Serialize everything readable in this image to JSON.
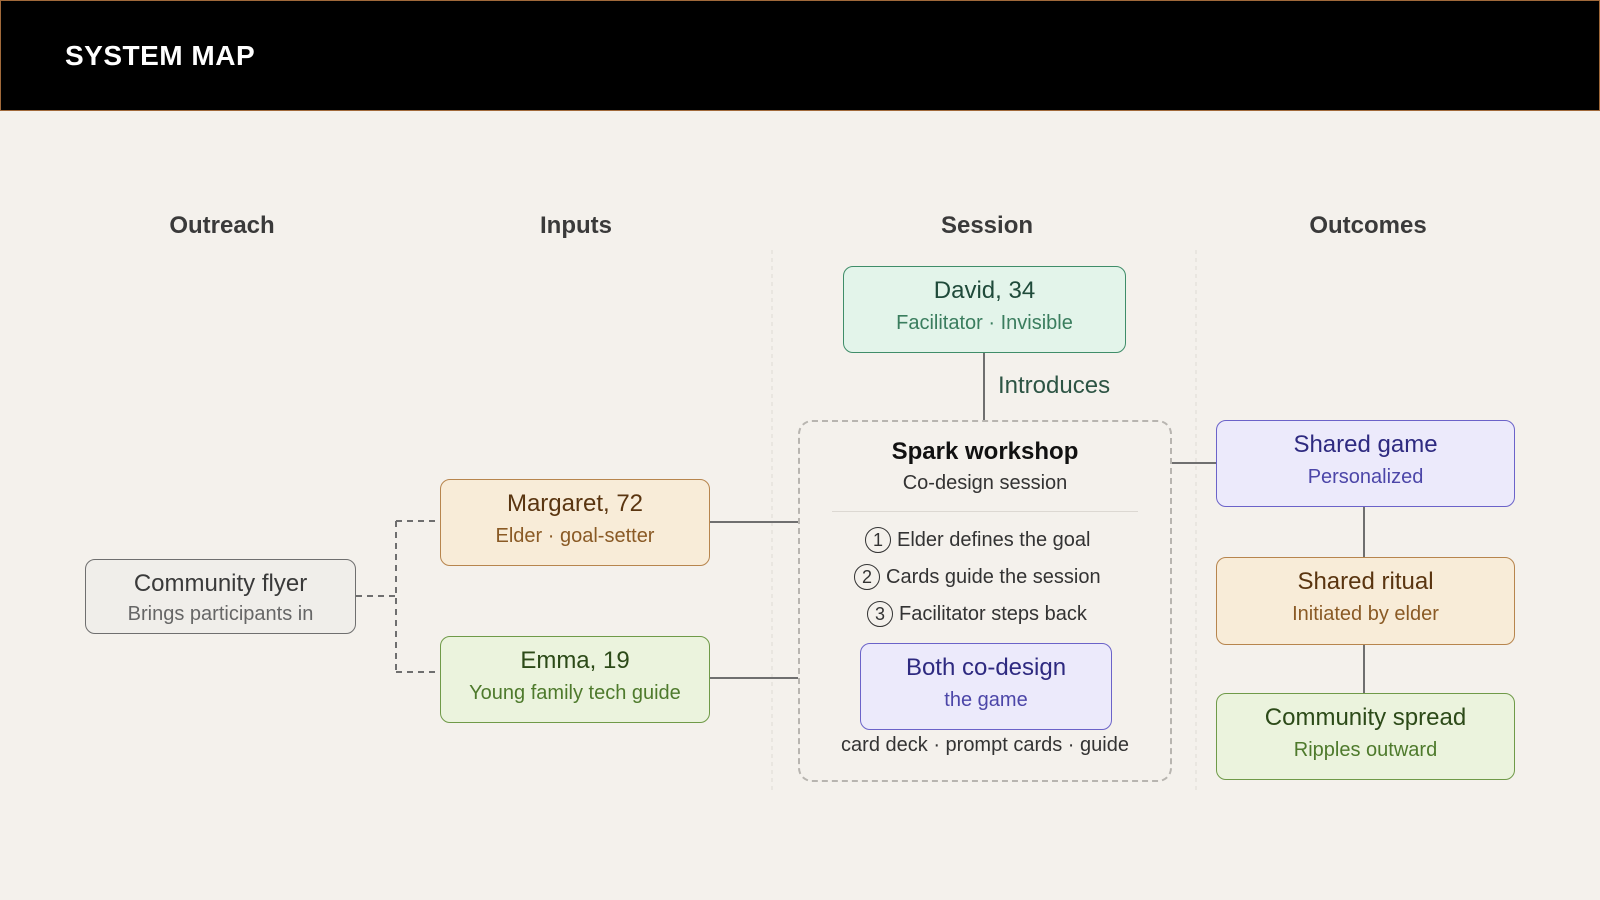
{
  "header": {
    "title": "SYSTEM MAP"
  },
  "columns": [
    "Outreach",
    "Inputs",
    "Session",
    "Outcomes"
  ],
  "nodes": {
    "flyer": {
      "title": "Community flyer",
      "subtitle": "Brings participants in"
    },
    "margaret": {
      "title": "Margaret, 72",
      "subtitle": "Elder · goal-setter"
    },
    "emma": {
      "title": "Emma, 19",
      "subtitle": "Young family tech guide"
    },
    "david": {
      "title": "David, 34",
      "subtitle": "Facilitator · Invisible"
    },
    "codesign": {
      "title": "Both co-design",
      "subtitle": "the game"
    },
    "game": {
      "title": "Shared game",
      "subtitle": "Personalized"
    },
    "ritual": {
      "title": "Shared ritual",
      "subtitle": "Initiated by elder"
    },
    "spread": {
      "title": "Community spread",
      "subtitle": "Ripples outward"
    }
  },
  "session": {
    "title": "Spark workshop",
    "subtitle": "Co-design session",
    "steps": [
      {
        "num": "1",
        "text": "Elder defines the goal"
      },
      {
        "num": "2",
        "text": "Cards guide the session"
      },
      {
        "num": "3",
        "text": "Facilitator steps back"
      }
    ],
    "artifacts": "card deck · prompt cards · guide"
  },
  "edges": {
    "introduces_label": "Introduces"
  },
  "colors": {
    "background": "#f4f1ec",
    "header": "#000000",
    "mint": "#e3f4ea",
    "peach": "#f8ecd8",
    "green": "#ebf3dd",
    "lavender": "#eceafb",
    "gray": "#f0eeea"
  }
}
